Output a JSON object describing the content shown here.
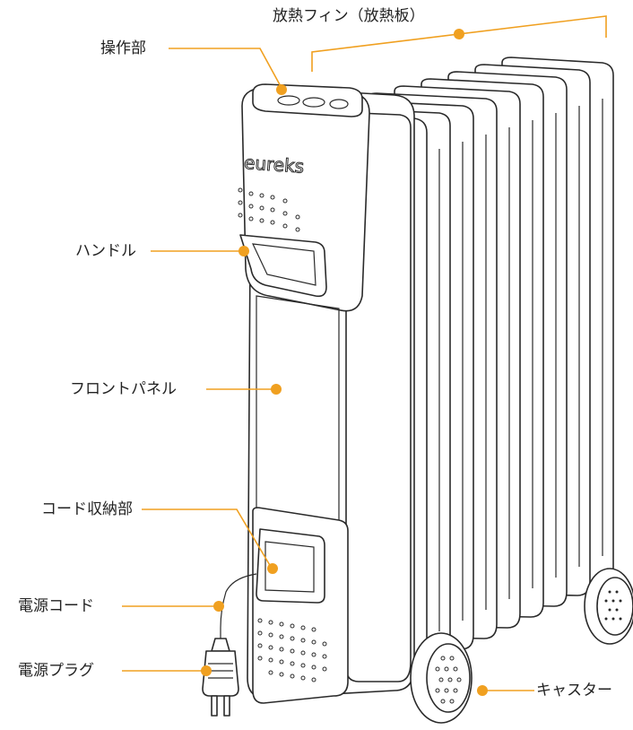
{
  "brand": "eureks",
  "labels": {
    "fins": "放熱フィン（放熱板）",
    "controls": "操作部",
    "handle": "ハンドル",
    "front_panel": "フロントパネル",
    "cord_storage": "コード収納部",
    "power_cord": "電源コード",
    "power_plug": "電源プラグ",
    "caster": "キャスター"
  },
  "colors": {
    "accent": "#f0a020",
    "outline": "#2a2a2a"
  }
}
